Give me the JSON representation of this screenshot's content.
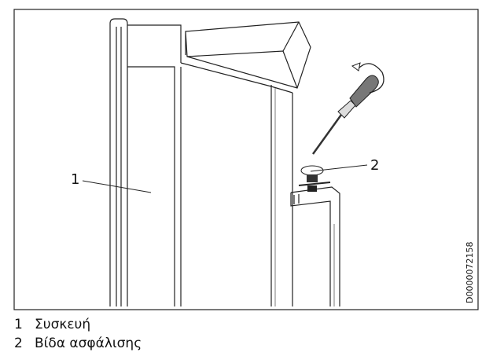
{
  "figure": {
    "callouts": [
      "1",
      "2"
    ],
    "document_id": "D0000072158"
  },
  "legend": [
    {
      "number": "1",
      "label": "Συσκευή"
    },
    {
      "number": "2",
      "label": "Βίδα ασφάλισης"
    }
  ]
}
